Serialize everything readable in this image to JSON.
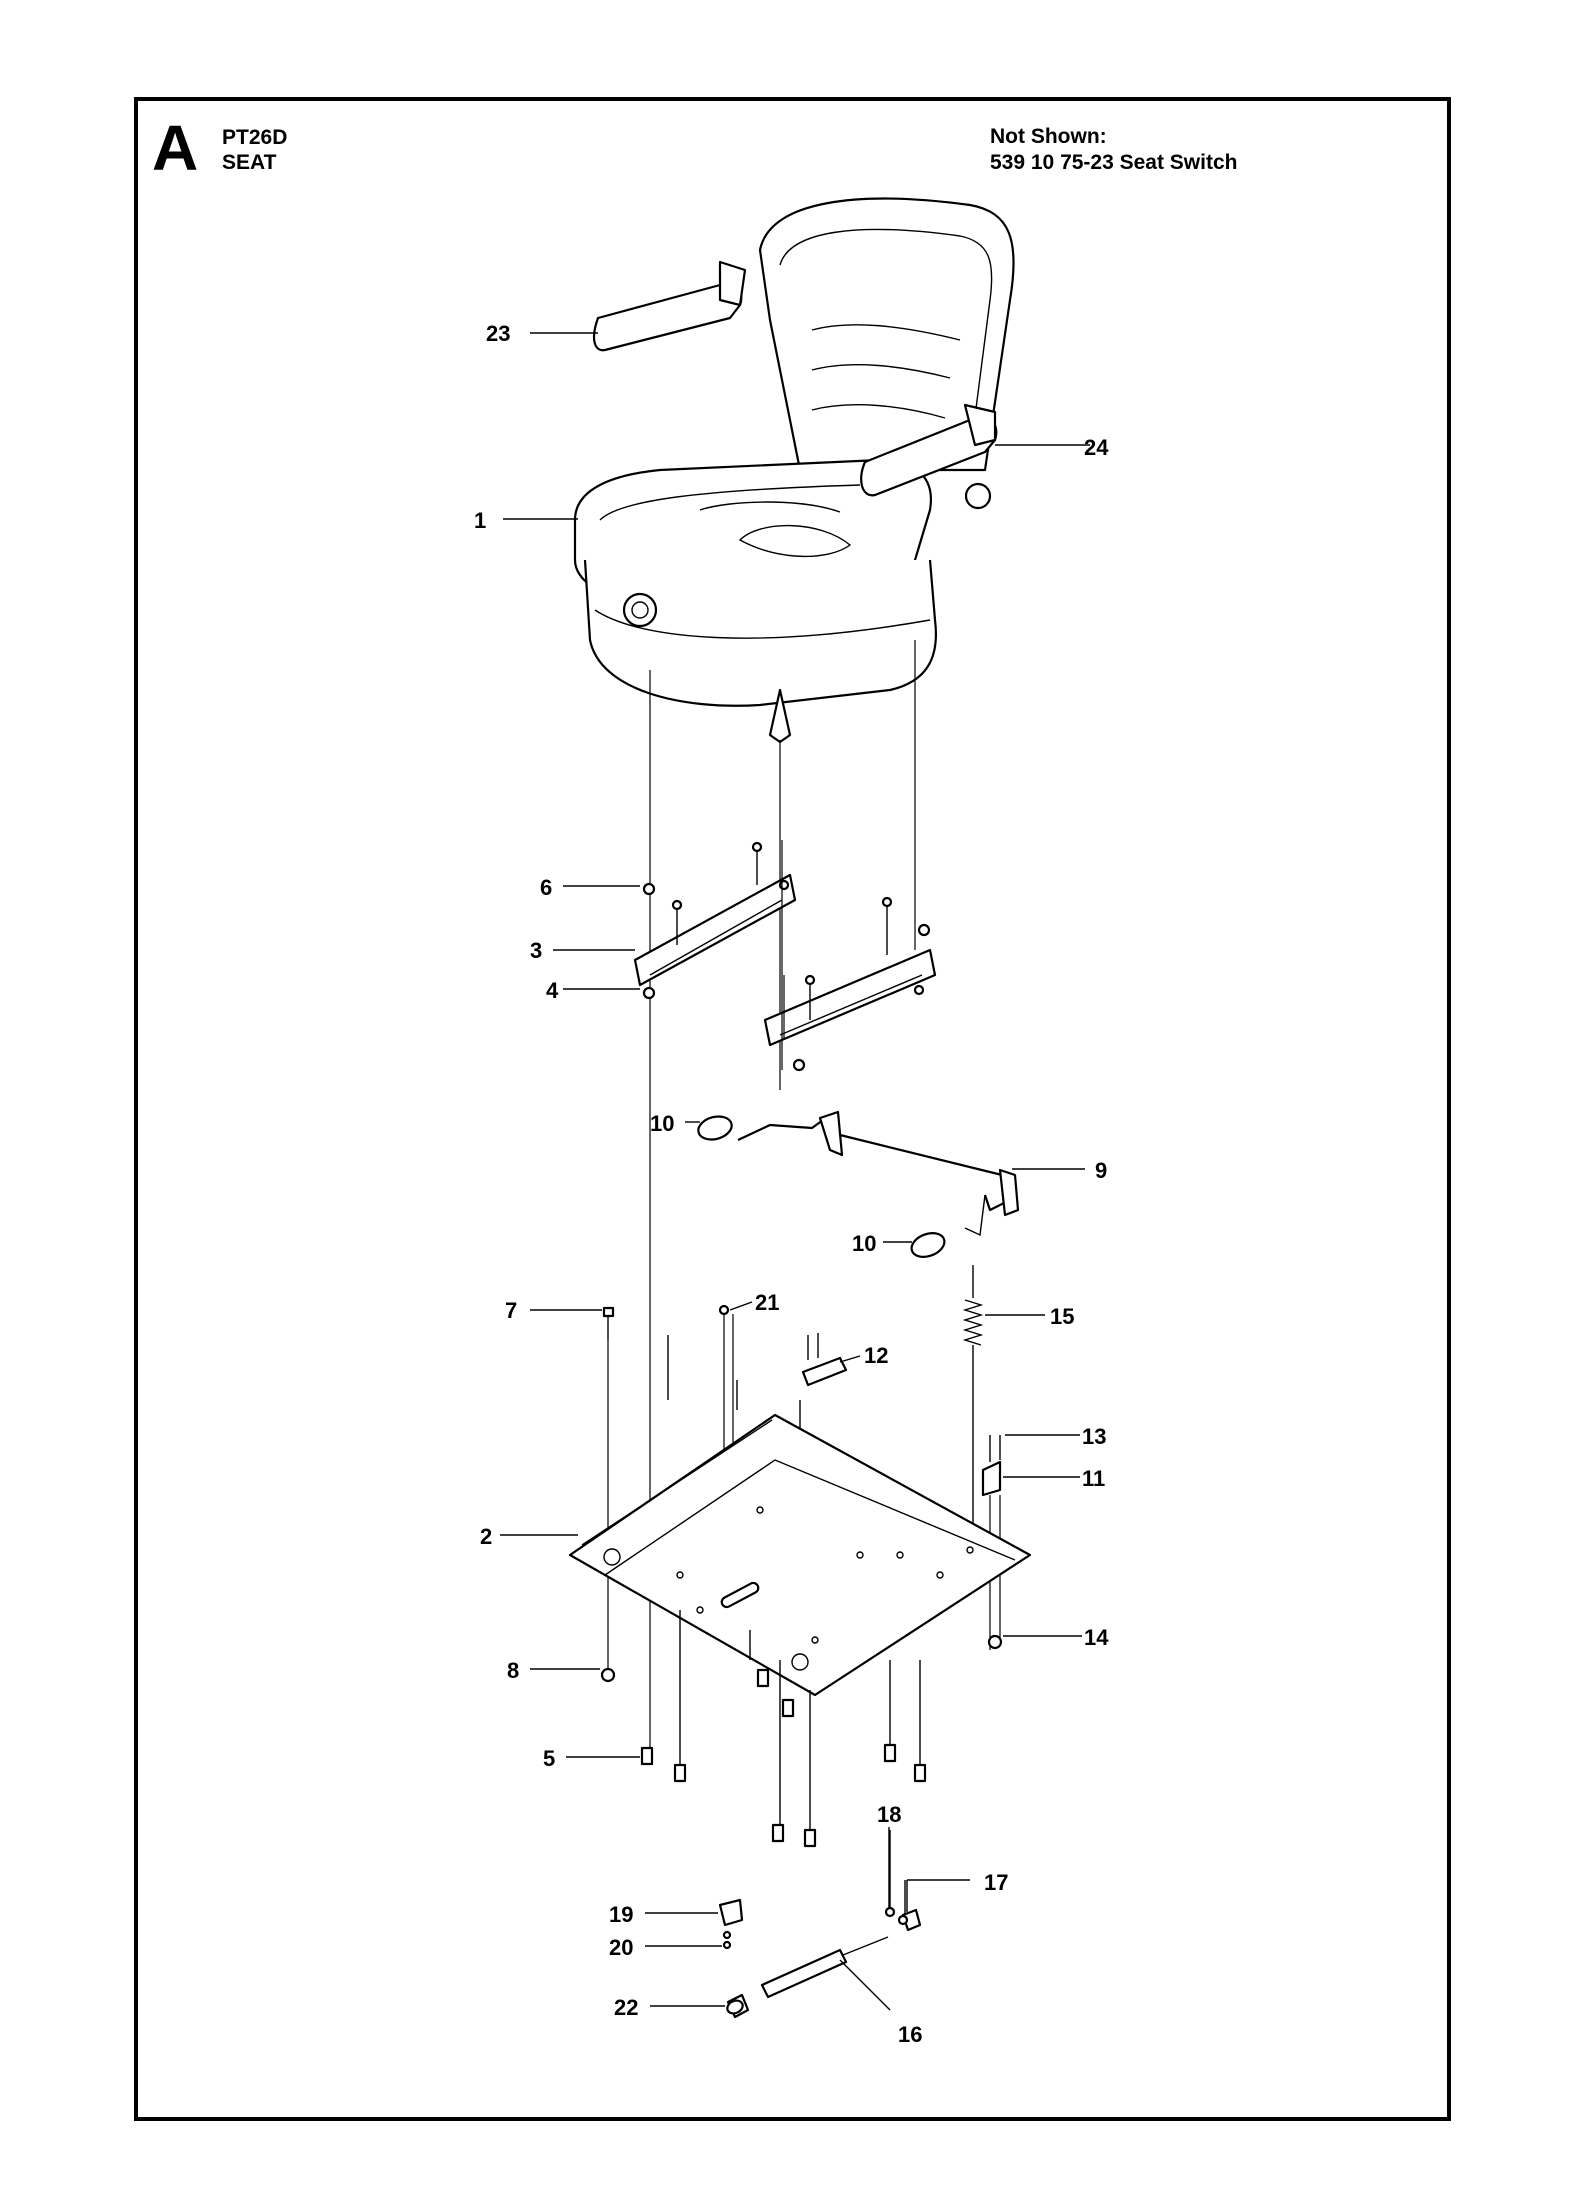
{
  "header": {
    "letter": "A",
    "model": "PT26D",
    "section": "SEAT"
  },
  "not_shown": {
    "heading": "Not Shown:",
    "item": "539 10 75-23 Seat Switch"
  },
  "callouts": {
    "c1": "1",
    "c2": "2",
    "c3": "3",
    "c4": "4",
    "c5": "5",
    "c6": "6",
    "c7": "7",
    "c8": "8",
    "c9": "9",
    "c10a": "10",
    "c10b": "10",
    "c11": "11",
    "c12": "12",
    "c13": "13",
    "c14": "14",
    "c15": "15",
    "c16": "16",
    "c17": "17",
    "c18": "18",
    "c19": "19",
    "c20": "20",
    "c21": "21",
    "c22": "22",
    "c23": "23",
    "c24": "24"
  }
}
